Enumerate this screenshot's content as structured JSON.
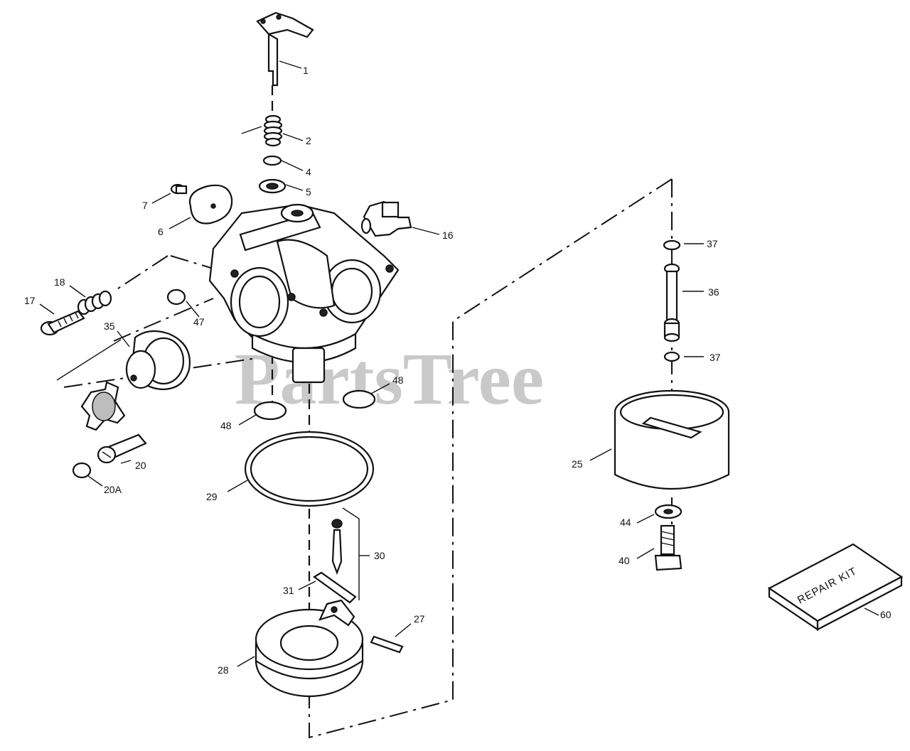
{
  "watermark": "PartsTree",
  "repair_kit_label": "REPAIR KIT",
  "callouts": {
    "p1": "1",
    "p2": "2",
    "p4": "4",
    "p5": "5",
    "p6": "6",
    "p7": "7",
    "p16": "16",
    "p17": "17",
    "p18": "18",
    "p20": "20",
    "p20A": "20A",
    "p25": "25",
    "p27": "27",
    "p28": "28",
    "p29": "29",
    "p30": "30",
    "p31": "31",
    "p35": "35",
    "p36": "36",
    "p37a": "37",
    "p37b": "37",
    "p40": "40",
    "p44": "44",
    "p47": "47",
    "p48a": "48",
    "p48b": "48",
    "p60": "60"
  }
}
